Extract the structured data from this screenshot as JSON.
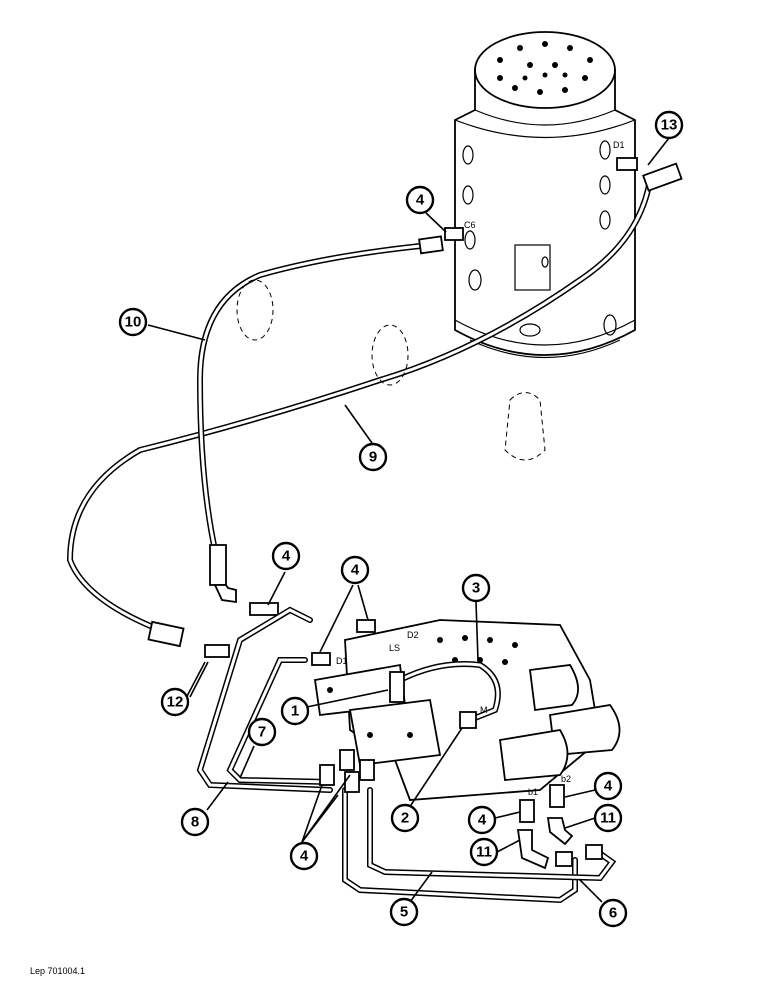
{
  "callouts": [
    "1",
    "2",
    "3",
    "4",
    "5",
    "6",
    "7",
    "8",
    "9",
    "10",
    "11",
    "12",
    "13"
  ],
  "port_labels": {
    "d1_top": "D1",
    "d1": "D1",
    "d2": "D2",
    "ls": "LS",
    "m": "M",
    "b1": "b1",
    "b2": "b2",
    "c6": "C6"
  },
  "footer_ref": "Lep 701004.1"
}
